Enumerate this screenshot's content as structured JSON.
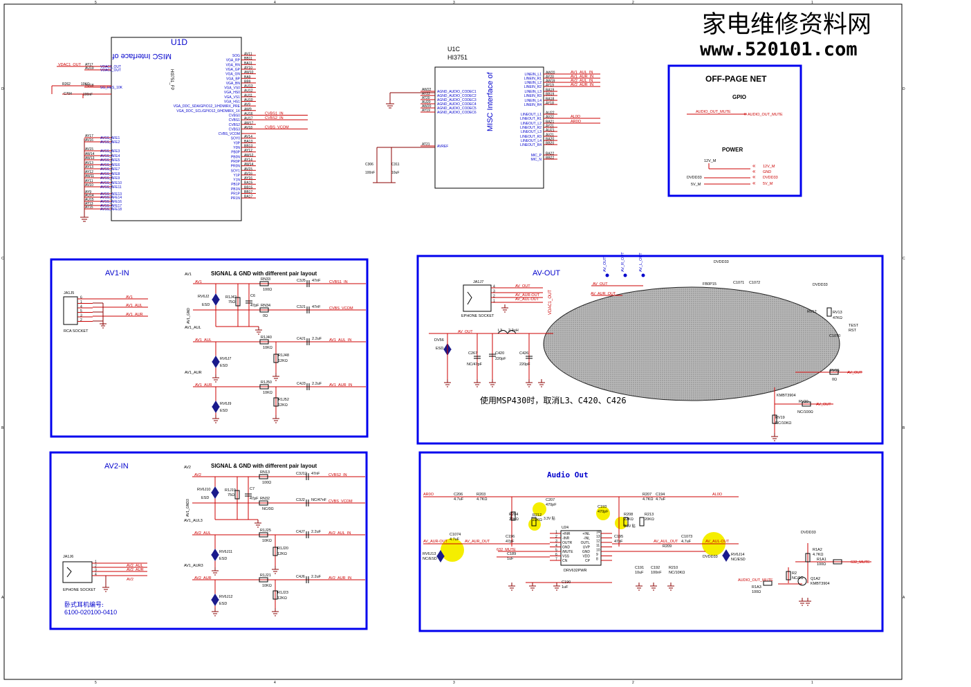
{
  "watermark": {
    "title": "家电维修资料网",
    "url": "www.520101.com"
  },
  "frame": {
    "cols": [
      "5",
      "4",
      "3",
      "2",
      "1"
    ],
    "rows": [
      "D",
      "C",
      "B",
      "A"
    ]
  },
  "u1d": {
    "ref": "U1D",
    "part": "HI3751_FP",
    "sub": "MISC Interface of",
    "left_pins": [
      {
        "num": "AT17",
        "name": "VDAC1_OUT",
        "net": "VDAC1_OUT"
      },
      {
        "num": "AU19",
        "name": "VDAC2_OUT",
        "net": ""
      },
      {
        "num": "AU18",
        "name": "SG_RES_10K",
        "net": ""
      },
      {
        "num": "AY17",
        "name": "AVSS_AFE1",
        "net": ""
      },
      {
        "num": "AV16",
        "name": "AVSS_AFE2",
        "net": ""
      },
      {
        "num": "AV15",
        "name": "AVSS_AFE3",
        "net": ""
      },
      {
        "num": "AW14",
        "name": "AVSS_AFE4",
        "net": ""
      },
      {
        "num": "AW13",
        "name": "AVSS_AFE5",
        "net": ""
      },
      {
        "num": "AV13",
        "name": "AVSS_AFE6",
        "net": ""
      },
      {
        "num": "AY13",
        "name": "AVSS_AFE7",
        "net": ""
      },
      {
        "num": "AY12",
        "name": "AVSS_AFE8",
        "net": ""
      },
      {
        "num": "AW11",
        "name": "AVSS_AFE9",
        "net": ""
      },
      {
        "num": "AY11",
        "name": "AVSS_AFE10",
        "net": ""
      },
      {
        "num": "AV10",
        "name": "AVSS_AFE11",
        "net": ""
      },
      {
        "num": "AY9",
        "name": "AVSS_AFE13",
        "net": ""
      },
      {
        "num": "AU14",
        "name": "AVSS_AFE14",
        "net": ""
      },
      {
        "num": "AU15",
        "name": "AVSS_AFE16",
        "net": ""
      },
      {
        "num": "AT13",
        "name": "AVSS_AFE17",
        "net": ""
      },
      {
        "num": "AT15",
        "name": "AVSS_AFE18",
        "net": ""
      }
    ],
    "right_pins": [
      {
        "num": "AV11",
        "name": "SOG",
        "net": ""
      },
      {
        "num": "BB11",
        "name": "VGA_RP",
        "net": ""
      },
      {
        "num": "BA11",
        "name": "VGA_RN",
        "net": ""
      },
      {
        "num": "AY10",
        "name": "VGA_GP",
        "net": ""
      },
      {
        "num": "AW10",
        "name": "VGA_GN",
        "net": ""
      },
      {
        "num": "BA9",
        "name": "VGA_BP",
        "net": ""
      },
      {
        "num": "BB9",
        "name": "VGA_BN",
        "net": ""
      },
      {
        "num": "AU13",
        "name": "VGA_VS0",
        "net": ""
      },
      {
        "num": "AU12",
        "name": "VGA_HS0",
        "net": ""
      },
      {
        "num": "AU11",
        "name": "VGA_VS1",
        "net": ""
      },
      {
        "num": "AU10",
        "name": "VGA_HS1",
        "net": ""
      },
      {
        "num": "AV9",
        "name": "VGA_DDC_SDA/GPIO12_1/HDMIRX_PRE",
        "net": ""
      },
      {
        "num": "AW9",
        "name": "VGA_DDC_SCL/GPIO12_0/HDMIRX_1X",
        "net": ""
      },
      {
        "num": "AU16",
        "name": "CVBS0",
        "net": "CVBS1_IN"
      },
      {
        "num": "AU17",
        "name": "CVBS1",
        "net": "CVBS2_IN"
      },
      {
        "num": "AW17",
        "name": "CVBS2",
        "net": ""
      },
      {
        "num": "AV18",
        "name": "CVBS3",
        "net": "CVBS_VCOM"
      },
      {
        "num": "",
        "name": "CVBS_VCOM",
        "net": ""
      },
      {
        "num": "AV14",
        "name": "SOY0",
        "net": ""
      },
      {
        "num": "BA13",
        "name": "Y0P",
        "net": ""
      },
      {
        "num": "BB13",
        "name": "Y0N",
        "net": ""
      },
      {
        "num": "AY12",
        "name": "PB0P",
        "net": ""
      },
      {
        "num": "AW12",
        "name": "PB0N",
        "net": ""
      },
      {
        "num": "AY14",
        "name": "PR0P",
        "net": ""
      },
      {
        "num": "AW14",
        "name": "PR0N",
        "net": ""
      },
      {
        "num": "AV15",
        "name": "SOY1",
        "net": ""
      },
      {
        "num": "AV16",
        "name": "Y1P",
        "net": ""
      },
      {
        "num": "AY16",
        "name": "Y1N",
        "net": ""
      },
      {
        "num": "BA15",
        "name": "PB1P",
        "net": ""
      },
      {
        "num": "BB15",
        "name": "PB1N",
        "net": ""
      },
      {
        "num": "BB17",
        "name": "PR1P",
        "net": ""
      },
      {
        "num": "BA17",
        "name": "PR1N",
        "net": ""
      }
    ],
    "parts": [
      {
        "ref": "R262",
        "val": "10KΩ"
      },
      {
        "ref": "C704",
        "val": "100nF"
      }
    ]
  },
  "u1c": {
    "ref": "U1C",
    "part": "HI3751",
    "sub": "MISC Interface of",
    "left_pins": [
      {
        "num": "AW22",
        "name": "AGND_AUDIO_CODEC1"
      },
      {
        "num": "AY22",
        "name": "AGND_AUDIO_CODEC2"
      },
      {
        "num": "AT20",
        "name": "AGND_AUDIO_CODEC3"
      },
      {
        "num": "AU20",
        "name": "AGND_AUDIO_CODEC4"
      },
      {
        "num": "AW20",
        "name": "AGND_AUDIO_CODEC5"
      },
      {
        "num": "AY19",
        "name": "AGND_AUDIO_CODEC6"
      },
      {
        "num": "AT21",
        "name": "AVREF"
      }
    ],
    "right_pins": [
      {
        "num": "AW20",
        "name": "LINEIN_L1",
        "net": "AV1_AUL_IN"
      },
      {
        "num": "AY20",
        "name": "LINEIN_R1",
        "net": "AV1_AUR_IN"
      },
      {
        "num": "AW19",
        "name": "LINEIN_L2",
        "net": "AV2_AUL_IN"
      },
      {
        "num": "AY19",
        "name": "LINEIN_R2",
        "net": "AV2_AUR_IN"
      },
      {
        "num": "BA19",
        "name": "LINEIN_L3",
        "net": ""
      },
      {
        "num": "BB19",
        "name": "LINEIN_R3",
        "net": ""
      },
      {
        "num": "BA18",
        "name": "LINEIN_L4",
        "net": ""
      },
      {
        "num": "AY18",
        "name": "LINEIN_R4",
        "net": ""
      },
      {
        "num": "AU22",
        "name": "LINEOUT_L1",
        "net": ""
      },
      {
        "num": "AV22",
        "name": "LINEOUT_R1",
        "net": "AL0O"
      },
      {
        "num": "BA21",
        "name": "LINEOUT_L2",
        "net": "AR0O"
      },
      {
        "num": "AY21",
        "name": "LINEOUT_R2",
        "net": ""
      },
      {
        "num": "AU21",
        "name": "LINEOUT_L3",
        "net": ""
      },
      {
        "num": "AV21",
        "name": "LINEOUT_R3",
        "net": ""
      },
      {
        "num": "BA20",
        "name": "LINEOUT_L4",
        "net": ""
      },
      {
        "num": "BB20",
        "name": "LINEOUT_R4",
        "net": ""
      },
      {
        "num": "BA22",
        "name": "MIC_P",
        "net": ""
      },
      {
        "num": "BB22",
        "name": "MIC_N",
        "net": ""
      }
    ],
    "parts": [
      {
        "ref": "C306",
        "val": "100nF"
      },
      {
        "ref": "C311",
        "val": "10uF"
      }
    ]
  },
  "offpage": {
    "title": "OFF-PAGE NET",
    "gpio_label": "GPIO",
    "gpio_in": "AUDIO_OUT_MUTE",
    "gpio_out": "AUDIO_OUT_MUTE",
    "power_label": "POWER",
    "power_left": [
      "12V_M",
      "DVDD33",
      "5V_M"
    ],
    "power_right": [
      "12V_M",
      "GND",
      "DVDD33",
      "5V_M"
    ]
  },
  "av1": {
    "title": "AV1-IN",
    "note": "SIGNAL & GND with different pair layout",
    "jack_ref": "JA1J5",
    "jack_name": "RCA SOCKET",
    "jack_pins": [
      "6",
      "1",
      "4",
      "5",
      "3",
      "2"
    ],
    "jack_nets": [
      "AV1",
      "AV1_AUL",
      "AV1_AUR"
    ],
    "nets": [
      "AV1",
      "AV1_GND",
      "AV1_AUL",
      "AV1_AUR"
    ],
    "rows": [
      {
        "in": "AV1",
        "r": "RN33",
        "rv": "100Ω",
        "c": "C3J5",
        "cv": "47nF",
        "out": "CVBS1_IN"
      },
      {
        "in": "",
        "r": "RN34",
        "rv": "0Ω",
        "c": "C3J1",
        "cv": "47nF",
        "out": "CVBS_VCOM"
      },
      {
        "in": "AV1_AUL",
        "r": "R1J40",
        "rv": "10KΩ",
        "c": "C4J1",
        "cv": "2.2uF",
        "out": "AV1_AUL_IN"
      },
      {
        "in": "AV1_AUR",
        "r": "R1J50",
        "rv": "10KΩ",
        "c": "C4J3",
        "cv": "2.2uF",
        "out": "AV1_AUR_IN"
      }
    ],
    "parts": [
      {
        "ref": "RV6J2",
        "val": "ESD"
      },
      {
        "ref": "R1J42",
        "val": "75Ω"
      },
      {
        "ref": "C6",
        "val": "47pF"
      },
      {
        "ref": "RV6J7",
        "val": "ESD"
      },
      {
        "ref": "R1J48",
        "val": "12KΩ"
      },
      {
        "ref": "RV6J9",
        "val": "ESD"
      },
      {
        "ref": "R1J52",
        "val": "12KΩ"
      }
    ]
  },
  "av2": {
    "title": "AV2-IN",
    "note": "SIGNAL & GND with different pair layout",
    "jack_ref": "JA1J6",
    "jack_name": "EPHONE SOCKET",
    "jack_pins": [
      "1",
      "2",
      "3",
      "4"
    ],
    "jack_nets": [
      "AV2_AUL",
      "AV2_AUR",
      "AV2"
    ],
    "nets": [
      "AV2",
      "AV1_GND3",
      "AV1_AUL3",
      "AV1_AUR3"
    ],
    "rows": [
      {
        "in": "AV2",
        "r": "RN13",
        "rv": "100Ω",
        "c": "C3J12",
        "cv": "47nF",
        "out": "CVBS2_IN"
      },
      {
        "in": "",
        "r": "RN32",
        "rv": "NC/0Ω",
        "c": "C3J2",
        "cv": "NC/47nF",
        "out": "CVBS_VCOM"
      },
      {
        "in": "AV2_AUL",
        "r": "R1J25",
        "rv": "10KΩ",
        "c": "C4J7",
        "cv": "2.2uF",
        "out": "AV2_AUL_IN"
      },
      {
        "in": "AV2_AUR",
        "r": "R1J21",
        "rv": "10KΩ",
        "c": "C4J6",
        "cv": "2.2uF",
        "out": "AV2_AUR_IN"
      }
    ],
    "parts": [
      {
        "ref": "RV6J10",
        "val": "ESD"
      },
      {
        "ref": "R1J19",
        "val": "75Ω"
      },
      {
        "ref": "C7",
        "val": "47pF"
      },
      {
        "ref": "RV6J11",
        "val": "ESD"
      },
      {
        "ref": "R1J20",
        "val": "12KΩ"
      },
      {
        "ref": "RV6J12",
        "val": "ESD"
      },
      {
        "ref": "R1J23",
        "val": "12KΩ"
      }
    ],
    "footnote1": "卧式耳机编号:",
    "footnote2": "6100-020100-0410"
  },
  "avout": {
    "title": "AV-OUT",
    "jack_ref": "JA1J7",
    "jack_name": "EPHONE SOCKET",
    "jack_pins": [
      "4",
      "3",
      "2",
      "1"
    ],
    "jack_nets": [
      "AV_OUT",
      "AV_AUR-OUT",
      "AV_AUL-OUT"
    ],
    "top_nets": [
      "AV_OUT",
      "AV_R_OUT",
      "AV_L_OUT"
    ],
    "top_labels": [
      "AV_OUT",
      "AV_AUR_OUT"
    ],
    "vdac": "VDAC1_OUT",
    "supply": "DVDD33",
    "supply2": "DVDD33",
    "parts": [
      {
        "ref": "DV56",
        "val": "ESD"
      },
      {
        "ref": "C267",
        "val": "NC/47pF"
      },
      {
        "ref": "L3",
        "val": "2.2uH"
      },
      {
        "ref": "C420",
        "val": "220pF"
      },
      {
        "ref": "C426",
        "val": "220pF"
      },
      {
        "ref": "FB0P15",
        "val": ""
      },
      {
        "ref": "C1071",
        "val": ""
      },
      {
        "ref": "C1072",
        "val": ""
      },
      {
        "ref": "RV12",
        "val": ""
      },
      {
        "ref": "RV13",
        "val": "47KΩ"
      },
      {
        "ref": "C1070",
        "val": ""
      },
      {
        "ref": "RV15",
        "val": "0Ω"
      },
      {
        "ref": "RV20",
        "val": "NC/100Ω"
      },
      {
        "ref": "RV19",
        "val": "NC/10KΩ"
      },
      {
        "ref": "Q1",
        "val": "KMBT3904"
      }
    ],
    "right_nets": [
      "TEST",
      "RST",
      "AV_OUT",
      "AV_OUT"
    ],
    "note": "使用MSP430时，取消L3、C420、C426"
  },
  "audio": {
    "title": "Audio Out",
    "chip_ref": "U24",
    "chip_name": "DRV632PWR",
    "chip_left": [
      {
        "num": "1",
        "name": "+INR"
      },
      {
        "num": "2",
        "name": "-INR"
      },
      {
        "num": "3",
        "name": "OUTR"
      },
      {
        "num": "4",
        "name": "GND"
      },
      {
        "num": "5",
        "name": "/MUTE"
      },
      {
        "num": "6",
        "name": "VSS"
      },
      {
        "num": "7",
        "name": "CN"
      }
    ],
    "chip_right": [
      {
        "num": "14",
        "name": "+INL"
      },
      {
        "num": "13",
        "name": "-INL"
      },
      {
        "num": "12",
        "name": "OUTL"
      },
      {
        "num": "11",
        "name": "UVP"
      },
      {
        "num": "10",
        "name": "GND"
      },
      {
        "num": "9",
        "name": "VDD"
      },
      {
        "num": "8",
        "name": "CP"
      }
    ],
    "nets_in": [
      "AR0O",
      "AL0O"
    ],
    "nets_out": [
      "AV_AUR-OUT",
      "AV_AUR_OUT",
      "AV_AUL_OUT",
      "AV_AUL-OUT"
    ],
    "mute": "632_MUTE",
    "dvdd": "DVDD33",
    "dvdd2": "DVDD33",
    "gpio": "AUDIO_OUT_MUTE",
    "mute_out": "632_MUTE",
    "parts": [
      {
        "ref": "C206",
        "val": "4.7uF"
      },
      {
        "ref": "R203",
        "val": "4.7KΩ"
      },
      {
        "ref": "C207",
        "val": "470pF"
      },
      {
        "ref": "R204",
        "val": "20KΩ"
      },
      {
        "ref": "R212",
        "val": "22KΩ"
      },
      {
        "ref": "C196",
        "val": "47pF"
      },
      {
        "ref": "C189",
        "val": "1uF"
      },
      {
        "ref": "C190",
        "val": "1uF"
      },
      {
        "ref": "C1074",
        "val": "4.7uF"
      },
      {
        "ref": "RV6J13",
        "val": "NC/ESD"
      },
      {
        "ref": "R207",
        "val": "4.7KΩ"
      },
      {
        "ref": "C194",
        "val": "4.7uF"
      },
      {
        "ref": "C193",
        "val": "470pF"
      },
      {
        "ref": "R208",
        "val": "22KΩ"
      },
      {
        "ref": "R213",
        "val": "20KΩ"
      },
      {
        "ref": "C195",
        "val": "47pF"
      },
      {
        "ref": "R209",
        "val": ""
      },
      {
        "ref": "C1073",
        "val": "4.7uF"
      },
      {
        "ref": "RV6J14",
        "val": "NC/ESD"
      },
      {
        "ref": "C191",
        "val": "10uF"
      },
      {
        "ref": "C192",
        "val": "100nF"
      },
      {
        "ref": "R210",
        "val": "NC/10KΩ"
      },
      {
        "ref": "R1A2",
        "val": "4.7KΩ"
      },
      {
        "ref": "R1A1",
        "val": "100Ω"
      },
      {
        "ref": "R2",
        "val": "NC/0Ω"
      },
      {
        "ref": "Q1A2",
        "val": "KMBT3904"
      },
      {
        "ref": "R1A3",
        "val": "100Ω"
      }
    ],
    "notes": [
      "3.3V 贴",
      "3.3V 贴"
    ]
  },
  "colors": {
    "wire": "#cc0000",
    "box": "#0000ee",
    "text": "#000000",
    "blue_text": "#0000cc"
  }
}
